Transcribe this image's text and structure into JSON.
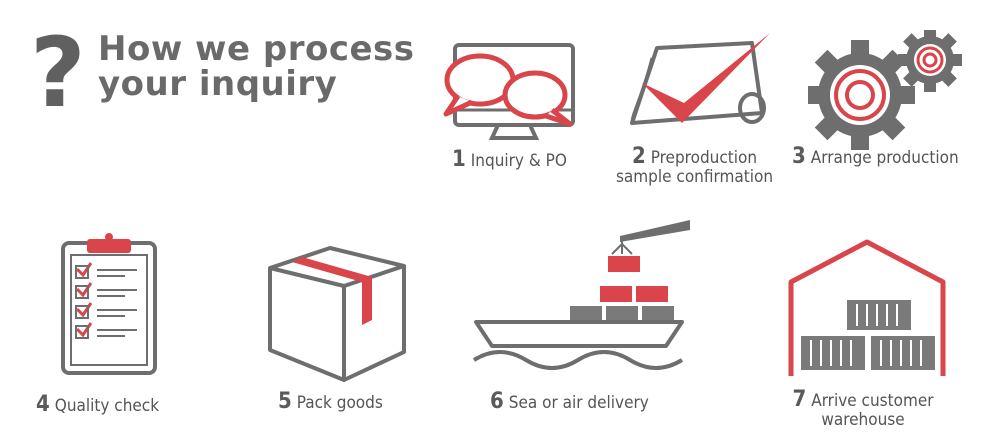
{
  "title": {
    "symbol": "?",
    "line1": "How we process",
    "line2": "your inquiry"
  },
  "steps": [
    {
      "num": "1",
      "label": "Inquiry & PO",
      "icon": "monitor-chat-icon"
    },
    {
      "num": "2",
      "label_line1": "Preproduction",
      "label_line2": "sample confirmation",
      "icon": "checkmark-document-icon"
    },
    {
      "num": "3",
      "label": "Arrange production",
      "icon": "gears-icon"
    },
    {
      "num": "4",
      "label": "Quality check",
      "icon": "clipboard-checklist-icon"
    },
    {
      "num": "5",
      "label": "Pack goods",
      "icon": "box-icon"
    },
    {
      "num": "6",
      "label": "Sea or air delivery",
      "icon": "cargo-ship-icon"
    },
    {
      "num": "7",
      "label_line1": "Arrive customer",
      "label_line2": "warehouse",
      "icon": "warehouse-icon"
    }
  ],
  "colors": {
    "accent": "#d9454a",
    "stroke": "#6e6e6e",
    "text": "#555555"
  }
}
